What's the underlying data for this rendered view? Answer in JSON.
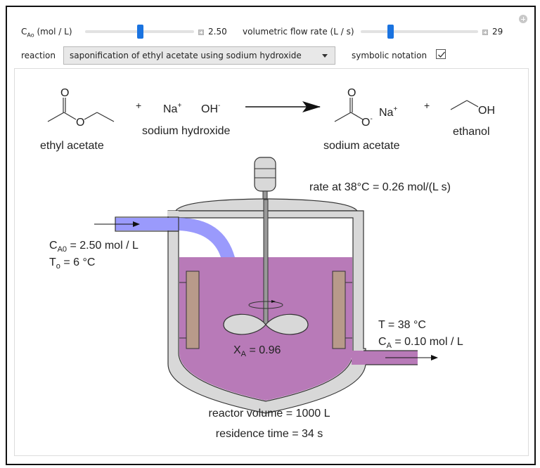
{
  "controls": {
    "ca0": {
      "label_main": "C",
      "label_sub": "Ao",
      "label_unit": " (mol / L)",
      "value": "2.50",
      "fraction": 0.5
    },
    "flow": {
      "label": "volumetric flow rate (L / s)",
      "value": "29",
      "fraction": 0.25
    },
    "reaction": {
      "label": "reaction",
      "selected": "saponification of ethyl acetate using sodium hydroxide"
    },
    "symbolic": {
      "label": "symbolic notation",
      "checked": true
    }
  },
  "equation": {
    "reactant1": {
      "name": "ethyl acetate",
      "atom_o_top": "O",
      "atom_o_mid": "O"
    },
    "plus1": "+",
    "reactant2": {
      "na": "Na",
      "na_charge": "+",
      "oh": "OH",
      "oh_charge": "-",
      "name": "sodium hydroxide"
    },
    "product1": {
      "name": "sodium acetate",
      "atom_o_top": "O",
      "atom_o_mid": "O",
      "o_charge": "-",
      "na": "Na",
      "na_charge": "+"
    },
    "plus2": "+",
    "product2": {
      "name": "ethanol",
      "oh": "OH"
    }
  },
  "reactor": {
    "rate": "rate at 38°C = 0.26 mol/(L s)",
    "inlet": {
      "ca0_main": "C",
      "ca0_sub": "A0",
      "ca0_rest": " = 2.50 mol / L",
      "t0_main": "T",
      "t0_sub": "o",
      "t0_rest": " = 6 °C"
    },
    "conversion": {
      "main": "X",
      "sub": "A",
      "rest": " = 0.96"
    },
    "outlet": {
      "t": "T = 38 °C",
      "ca_main": "C",
      "ca_sub": "A",
      "ca_rest": " = 0.10 mol / L"
    },
    "volume": "reactor volume = 1000 L",
    "residence": "residence time = 34 s"
  },
  "colors": {
    "slider_thumb": "#1a73e0",
    "liquid": "#b87ab8",
    "inlet_feed": "#9a9afc",
    "baffle": "#b89a8a",
    "vessel": "#d8d8d8"
  }
}
